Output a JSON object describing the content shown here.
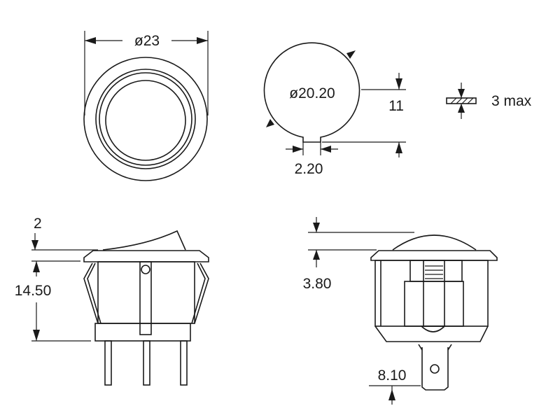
{
  "drawing": {
    "front_view": {
      "diameter_label": "ø23"
    },
    "cutout": {
      "diameter_label": "ø20.20",
      "height_label": "11",
      "tab_width_label": "2.20"
    },
    "panel": {
      "thickness_label": "3 max"
    },
    "side_view": {
      "rocker_label": "2",
      "height_label": "14.50"
    },
    "end_view": {
      "dome_label": "3.80",
      "terminal_label": "8.10"
    }
  }
}
